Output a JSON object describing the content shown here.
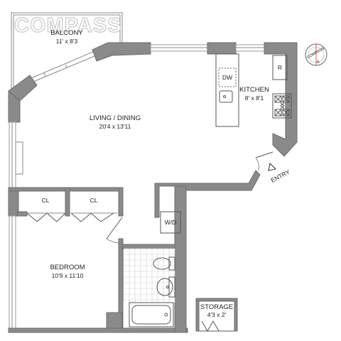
{
  "watermark": {
    "text": "COMPASS"
  },
  "compass_rose": {
    "label": "COMPASS",
    "north": "N",
    "icon": "compass-rose-icon"
  },
  "rooms": {
    "balcony": {
      "name": "BALCONY",
      "size": "11' x 8'3"
    },
    "living": {
      "name": "LIVING / DINING",
      "size": "20'4 x 13'11"
    },
    "kitchen": {
      "name": "KITCHEN",
      "size": "8' x 8'1"
    },
    "bedroom": {
      "name": "BEDROOM",
      "size": "10'9 x 11'10"
    },
    "storage": {
      "name": "STORAGE",
      "size": "4'3 x 2'"
    }
  },
  "fixtures": {
    "dishwasher": "DW",
    "refrigerator": "R",
    "washer_dryer": "W/D",
    "closet_1": "CL",
    "closet_2": "CL",
    "entry": "ENTRY"
  },
  "colors": {
    "wall": "#8a8a8a",
    "line": "#888888",
    "tile": "#cfcfcf"
  }
}
